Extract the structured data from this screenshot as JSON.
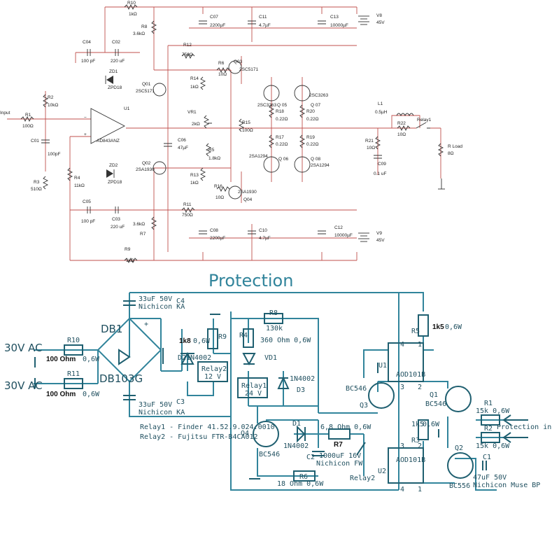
{
  "amplifier": {
    "input_label": "Input",
    "opamp": {
      "ref": "U1",
      "part": "AD843ANZ"
    },
    "supplies": [
      {
        "ref": "V8",
        "value": "45V"
      },
      {
        "ref": "V9",
        "value": "45V"
      }
    ],
    "resistors": [
      {
        "ref": "R10",
        "value": "1kΩ"
      },
      {
        "ref": "R9",
        "value": "1kΩ"
      },
      {
        "ref": "R8",
        "value": "3.6kΩ"
      },
      {
        "ref": "R7",
        "value": "3.6kΩ"
      },
      {
        "ref": "R12",
        "value": "750Ω"
      },
      {
        "ref": "R11",
        "value": "750Ω"
      },
      {
        "ref": "R6",
        "value": "10Ω"
      },
      {
        "ref": "R16",
        "value": "10Ω"
      },
      {
        "ref": "R14",
        "value": "1kΩ"
      },
      {
        "ref": "R13",
        "value": "1kΩ"
      },
      {
        "ref": "R5",
        "value": "1.8kΩ"
      },
      {
        "ref": "R15",
        "value": "100Ω"
      },
      {
        "ref": "R2",
        "value": "10kΩ"
      },
      {
        "ref": "R1",
        "value": "100Ω"
      },
      {
        "ref": "R3",
        "value": "510Ω"
      },
      {
        "ref": "R4",
        "value": "11kΩ"
      },
      {
        "ref": "R18",
        "value": "0.22Ω"
      },
      {
        "ref": "R20",
        "value": "0.22Ω"
      },
      {
        "ref": "R17",
        "value": "0.22Ω"
      },
      {
        "ref": "R19",
        "value": "0.22Ω"
      },
      {
        "ref": "R22",
        "value": "10Ω"
      },
      {
        "ref": "R21",
        "value": "10Ω"
      }
    ],
    "capacitors": [
      {
        "ref": "C07",
        "value": "2200µF"
      },
      {
        "ref": "C11",
        "value": "4.7µF"
      },
      {
        "ref": "C13",
        "value": "10000µF"
      },
      {
        "ref": "C08",
        "value": "2200µF"
      },
      {
        "ref": "C10",
        "value": "4.7µF"
      },
      {
        "ref": "C12",
        "value": "10000µF"
      },
      {
        "ref": "C04",
        "value": "100 pF"
      },
      {
        "ref": "C02",
        "value": "220 uF"
      },
      {
        "ref": "C05",
        "value": "100 pF"
      },
      {
        "ref": "C03",
        "value": "220 uF"
      },
      {
        "ref": "C01",
        "value": "100pF"
      },
      {
        "ref": "C06",
        "value": "47µF"
      },
      {
        "ref": "C09",
        "value": "0.1 uF"
      }
    ],
    "transistors": [
      {
        "ref": "Q01",
        "part": "2SC5171"
      },
      {
        "ref": "Q02",
        "part": "2SA1930"
      },
      {
        "ref": "Q03",
        "part": "2SC5171"
      },
      {
        "ref": "Q04",
        "part": "2SA1930"
      },
      {
        "ref": "Q 05",
        "part": "2SC3263"
      },
      {
        "ref": "Q 07",
        "part": "2SC3263"
      },
      {
        "ref": "Q 06",
        "part": "2SA1294"
      },
      {
        "ref": "Q 08",
        "part": "2SA1294"
      }
    ],
    "zeners": [
      {
        "ref": "ZD1",
        "part": "ZPD18"
      },
      {
        "ref": "ZD2",
        "part": "ZPD18"
      }
    ],
    "pot": {
      "ref": "VR1",
      "value": "2kΩ"
    },
    "inductor": {
      "ref": "L1",
      "value": "0.5µH"
    },
    "relay": "Relay1",
    "load": {
      "ref": "R Load",
      "value": "8Ω"
    }
  },
  "protection": {
    "title": "Protection",
    "ac_inputs": [
      "30V AC",
      "30V AC"
    ],
    "r10": {
      "ref": "R10",
      "value": "100 Ohm",
      "power": "0,6W"
    },
    "r11": {
      "ref": "R11",
      "value": "100 Ohm",
      "power": "0,6W"
    },
    "bridge": {
      "ref": "DB1",
      "part": "DB103G"
    },
    "c4": {
      "ref": "C4",
      "value": "33uF 50V",
      "brand": "Nichicon KA"
    },
    "c3": {
      "ref": "C3",
      "value": "33uF 50V",
      "brand": "Nichicon KA"
    },
    "d2": {
      "ref": "D2",
      "part": "1N4002"
    },
    "r9": {
      "ref": "R9",
      "value": "1k8",
      "power": "0,6W"
    },
    "relay2": {
      "ref": "Relay2",
      "voltage": "12 V"
    },
    "r4": {
      "ref": "R4",
      "value": "360 Ohm 0,6W"
    },
    "vd1": "VD1",
    "r8": {
      "ref": "R8",
      "value": "130k"
    },
    "relay1": {
      "ref": "Relay1",
      "voltage": "24 V"
    },
    "d3": {
      "ref": "D3",
      "part": "1N4002"
    },
    "d1": {
      "ref": "D1",
      "part": "1N4002"
    },
    "q4": {
      "ref": "Q4",
      "part": "BC546"
    },
    "q3": {
      "ref": "Q3",
      "part": "BC546"
    },
    "r7": {
      "ref": "R7",
      "value": "6,8 Ohm 0,6W"
    },
    "c2": {
      "ref": "C2",
      "value": "1000uF 16V",
      "brand": "Nichicon FW"
    },
    "r6": {
      "ref": "R6",
      "value": "18 Ohm 0,6W"
    },
    "relay2_contact": "Relay2",
    "relay_notes": [
      "Relay1 - Finder 41.52.9.024.0010",
      "Relay2 - Fujitsu FTR-B4CA012"
    ],
    "u1": {
      "ref": "U1",
      "part": "AOD101B"
    },
    "u2": {
      "ref": "U2",
      "part": "AOD101B"
    },
    "r5": {
      "ref": "R5",
      "value": "1k5",
      "power": "0,6W"
    },
    "r3": {
      "ref": "R3",
      "value": "1k5",
      "power": "0,6W"
    },
    "q1": {
      "ref": "Q1",
      "part": "BC546"
    },
    "q2": {
      "ref": "Q2",
      "part": "BC556"
    },
    "r1": {
      "ref": "R1",
      "value": "15k 0,6W"
    },
    "r2": {
      "ref": "R2",
      "value": "15k 0,6W"
    },
    "c1": {
      "ref": "C1",
      "value": "47uF 50V",
      "brand": "Nichicon Muse BP"
    },
    "protection_input": "Protection input",
    "pins": [
      "4",
      "1",
      "2",
      "3",
      "3",
      "2",
      "4",
      "1"
    ],
    "plus": "+"
  }
}
